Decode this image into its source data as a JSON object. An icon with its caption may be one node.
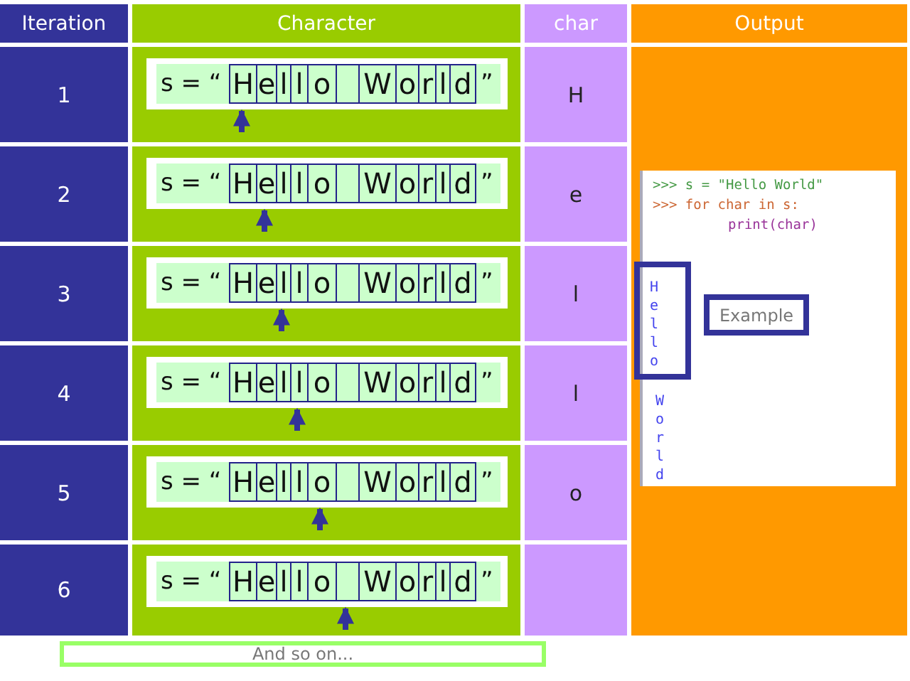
{
  "diagram": {
    "nodes": [
      {
        "text": [
          "s = “",
          "H",
          "e",
          "l",
          "l",
          "o",
          "W",
          "o",
          "r",
          "l",
          "d",
          "”"
        ]
      },
      {
        "text": [
          "s = “",
          "H",
          "e",
          "l",
          "l",
          "o",
          "W",
          "o",
          "r",
          "l",
          "d",
          "”"
        ]
      },
      {
        "text": [
          "s = “",
          "H",
          "e",
          "l",
          "l",
          "o",
          "W",
          "o",
          "r",
          "l",
          "d",
          "”"
        ]
      },
      {
        "text": [
          "s = “",
          "H",
          "e",
          "l",
          "l",
          "o",
          "W",
          "o",
          "r",
          "l",
          "d",
          "”"
        ]
      },
      {
        "text": [
          "s = “",
          "H",
          "e",
          "l",
          "l",
          "o",
          "W",
          "o",
          "r",
          "l",
          "d",
          "”"
        ]
      },
      {
        "text": [
          "s = “",
          "H",
          "e",
          "l",
          "l",
          "o",
          "W",
          "o",
          "r",
          "l",
          "d",
          "”"
        ]
      },
      {
        "text": [
          ">>> s = \"Hello World\"",
          ">>> for char in s:",
          "print(char)",
          "W",
          "o",
          "r",
          "l",
          "d"
        ]
      },
      {
        "text": [
          "H",
          "e",
          "l",
          "l",
          "o"
        ]
      },
      {
        "text": [
          "Example"
        ],
        "in": 6
      },
      {
        "text": [
          "And so on..."
        ]
      }
    ],
    "labels": [
      "Iteration",
      "Character",
      "char",
      "Output",
      "1",
      "H",
      "2",
      "e",
      "3",
      "l",
      "4",
      "l",
      "5",
      "o",
      "6"
    ]
  }
}
